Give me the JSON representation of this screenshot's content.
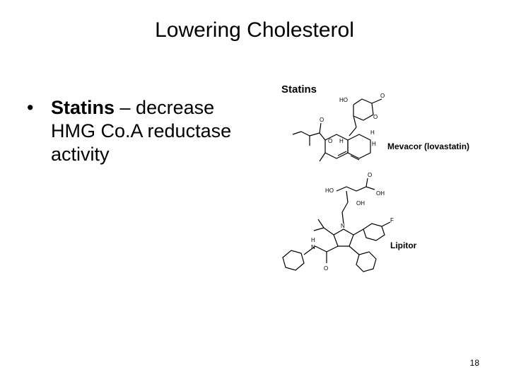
{
  "slide": {
    "title": "Lowering Cholesterol",
    "bullet": {
      "marker": "•",
      "bold_term": "Statins",
      "rest": " – decrease HMG Co.A reductase activity"
    },
    "figure": {
      "title": "Statins",
      "drug1_label": "Mevacor (lovastatin)",
      "drug2_label": "Lipitor",
      "atom_labels": {
        "ho": "HO",
        "o": "O",
        "h": "H",
        "oh": "OH",
        "f": "F",
        "n": "N"
      }
    },
    "page_number": "18"
  }
}
